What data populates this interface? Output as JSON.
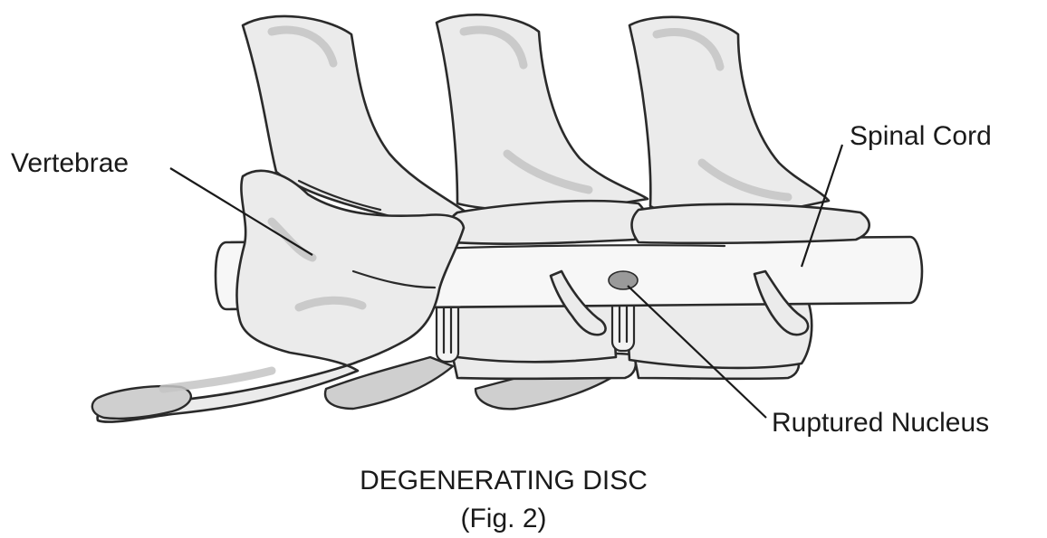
{
  "labels": {
    "vertebrae": "Vertebrae",
    "spinal_cord": "Spinal Cord",
    "ruptured_nucleus": "Ruptured Nucleus"
  },
  "caption": {
    "title": "DEGENERATING DISC",
    "figure": "(Fig. 2)"
  }
}
